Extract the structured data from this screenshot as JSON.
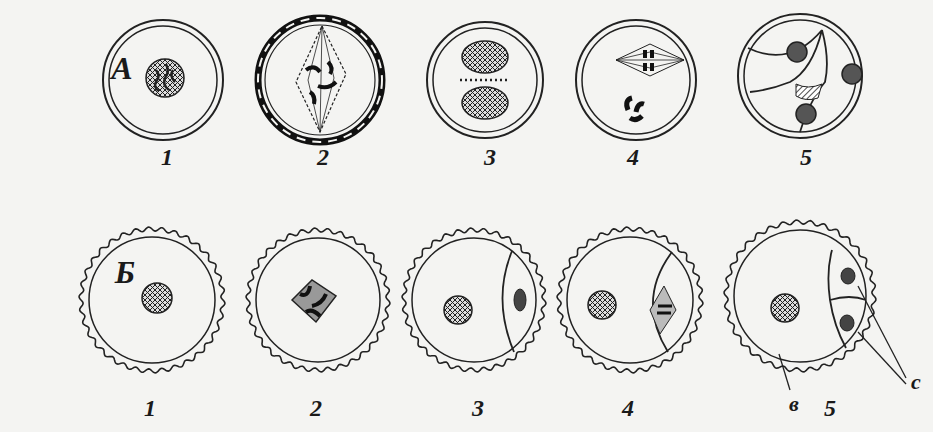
{
  "diagram": {
    "labels": [
      "А",
      "1",
      "2",
      "3",
      "4",
      "5",
      "Б",
      "1",
      "2",
      "3",
      "4",
      "5",
      "в",
      "с"
    ]
  }
}
